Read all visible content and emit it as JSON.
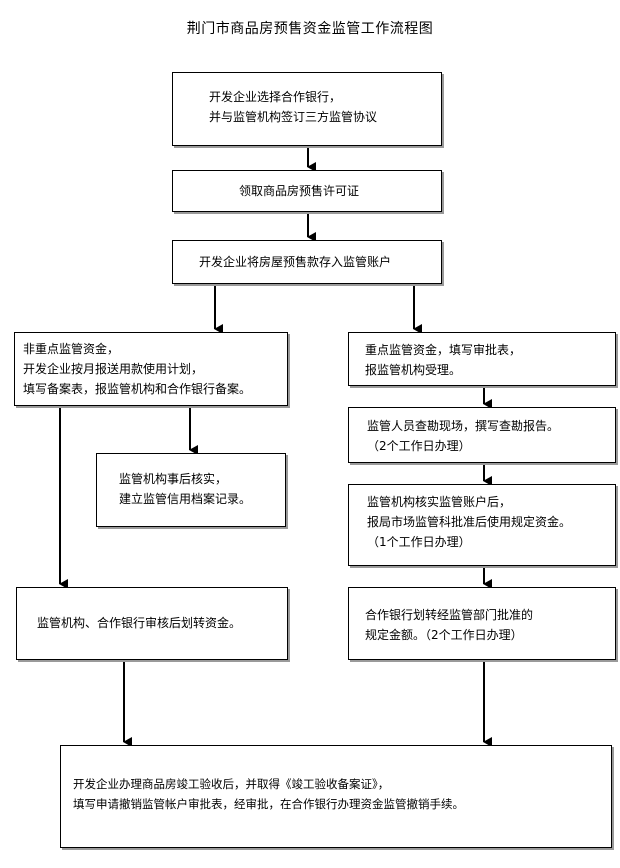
{
  "title": "荆门市商品房预售资金监管工作流程图",
  "steps": {
    "s1": [
      "开发企业选择合作银行，",
      "并与监管机构签订三方监管协议"
    ],
    "s2": [
      "领取商品房预售许可证"
    ],
    "s3": [
      "开发企业将房屋预售款存入监管账户"
    ],
    "left1": [
      "非重点监管资金，",
      "开发企业按月报送用款使用计划，",
      "填写备案表，报监管机构和合作银行备案。"
    ],
    "left2": [
      "监管机构事后核实，",
      "建立监管信用档案记录。"
    ],
    "left3": [
      "监管机构、合作银行审核后划转资金。"
    ],
    "right1": [
      "重点监管资金，填写审批表，",
      "报监管机构受理。"
    ],
    "right2": [
      "监管人员查勘现场，撰写查勘报告。",
      "（2个工作日办理）"
    ],
    "right3": [
      "监管机构核实监管账户后，",
      "报局市场监管科批准后使用规定资金。",
      "（1个工作日办理）"
    ],
    "right4": [
      "合作银行划转经监管部门批准的",
      "规定金额。（2个工作日办理）"
    ],
    "final": [
      "开发企业办理商品房竣工验收后，并取得《竣工验收备案证》，",
      "填写申请撤销监管帐户审批表，经审批，在合作银行办理资金监管撤销手续。"
    ]
  }
}
